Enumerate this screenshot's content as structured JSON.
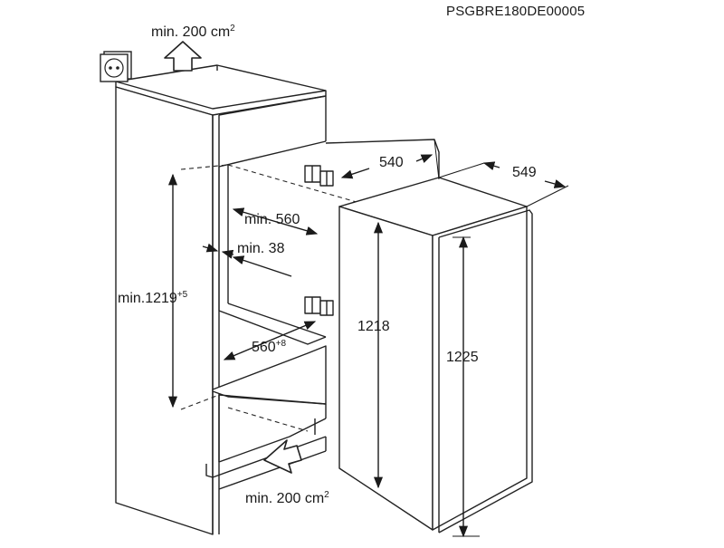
{
  "drawing_code": "PSGBRE180DE00005",
  "labels": {
    "vent_top": {
      "text": "min. 200 cm",
      "sup": "2"
    },
    "vent_bottom": {
      "text": "min. 200 cm",
      "sup": "2"
    },
    "niche_height": {
      "text": "min.1219",
      "sup": "+5"
    },
    "niche_depth": {
      "text": "min. 560"
    },
    "side_gap": {
      "text": "min. 38"
    },
    "niche_width": {
      "text": "560",
      "sup": "+8"
    },
    "appliance_width": {
      "text": "540"
    },
    "appliance_depth": {
      "text": "549"
    },
    "body_height": {
      "text": "1218"
    },
    "overall_height": {
      "text": "1225"
    }
  },
  "icons": [
    "socket-icon",
    "airflow-up-arrow-icon",
    "airflow-in-arrow-icon"
  ]
}
